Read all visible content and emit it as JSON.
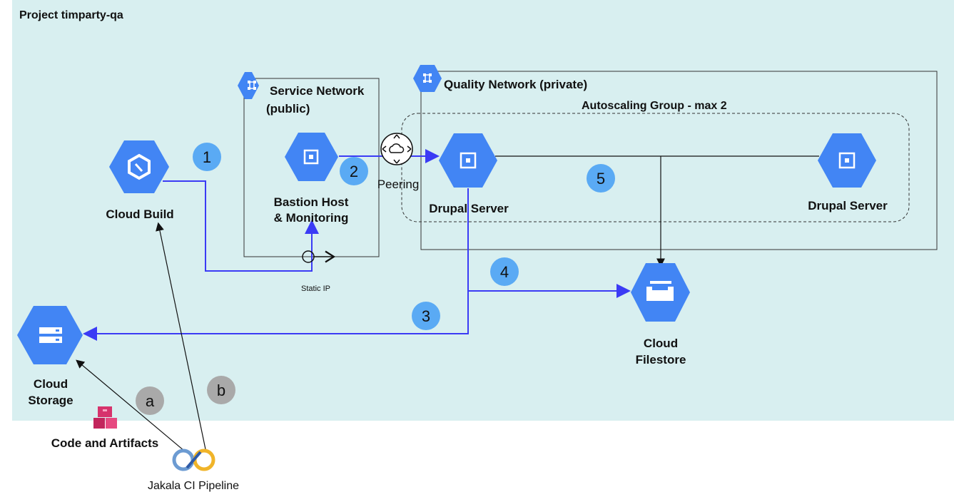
{
  "project": {
    "title": "Project timparty-qa"
  },
  "service_network": {
    "label_line1": "Service Network",
    "label_line2": "(public)"
  },
  "quality_network": {
    "label": "Quality Network (private)"
  },
  "autoscaling_group": {
    "label": "Autoscaling Group - max 2"
  },
  "nodes": {
    "cloud_build": "Cloud Build",
    "bastion_line1": "Bastion Host",
    "bastion_line2": "& Monitoring",
    "peering": "Peering",
    "drupal_server_1": "Drupal Server",
    "drupal_server_2": "Drupal Server",
    "static_ip": "Static IP",
    "cloud_storage_line1": "Cloud",
    "cloud_storage_line2": "Storage",
    "cloud_filestore_line1": "Cloud",
    "cloud_filestore_line2": "Filestore",
    "code_artifacts": "Code and Artifacts",
    "ci_pipeline": "Jakala CI Pipeline"
  },
  "steps": {
    "s1": "1",
    "s2": "2",
    "s3": "3",
    "s4": "4",
    "s5": "5",
    "sa": "a",
    "sb": "b"
  },
  "colors": {
    "background": "#d8eff0",
    "gcp_blue": "#4285f4",
    "flow_line": "#3b3bf5",
    "step_badge": "#5aaaf4",
    "letter_badge": "#a9a9a9"
  },
  "icons": {
    "cloud_build": "cloud-build-icon",
    "bastion": "compute-engine-icon",
    "drupal": "compute-engine-icon",
    "storage": "cloud-storage-icon",
    "filestore": "cloud-filestore-icon",
    "network": "vpc-network-icon",
    "peering": "peering-icon",
    "artifacts": "artifacts-box-icon",
    "pipeline": "ci-pipeline-icon"
  }
}
